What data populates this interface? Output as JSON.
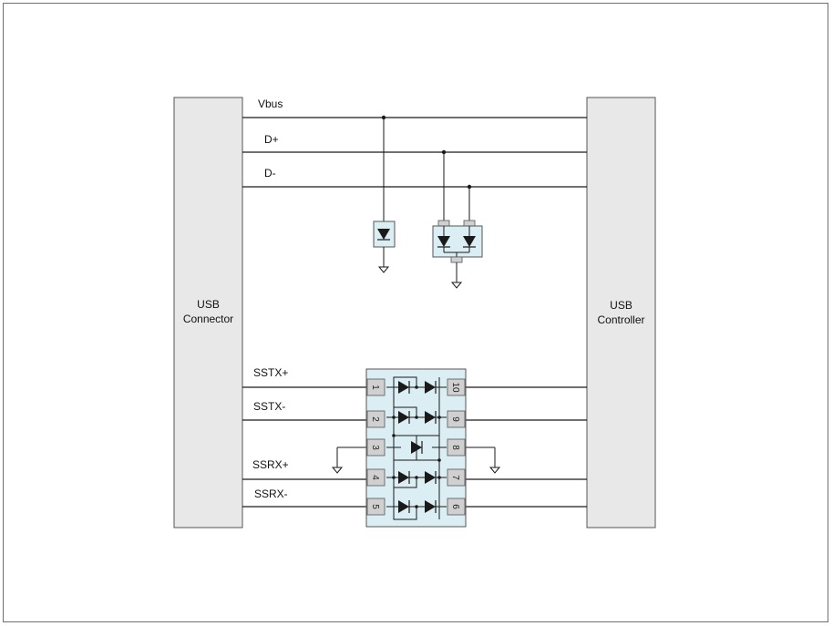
{
  "diagram": {
    "connector": {
      "line1": "USB",
      "line2": "Connector"
    },
    "controller": {
      "line1": "USB",
      "line2": "Controller"
    },
    "signals": {
      "vbus": "Vbus",
      "dplus": "D+",
      "dminus": "D-",
      "sstx_plus": "SSTX+",
      "sstx_minus": "SSTX-",
      "ssrx_plus": "SSRX+",
      "ssrx_minus": "SSRX-"
    },
    "ic_pins": {
      "left": [
        "1",
        "2",
        "3",
        "4",
        "5"
      ],
      "right": [
        "10",
        "9",
        "8",
        "7",
        "6"
      ]
    },
    "colors": {
      "block_fill": "#e8e8e8",
      "ic_fill": "#dbeef3",
      "wire": "#1a1a1a",
      "pin_fill": "#d0d0d0"
    }
  }
}
